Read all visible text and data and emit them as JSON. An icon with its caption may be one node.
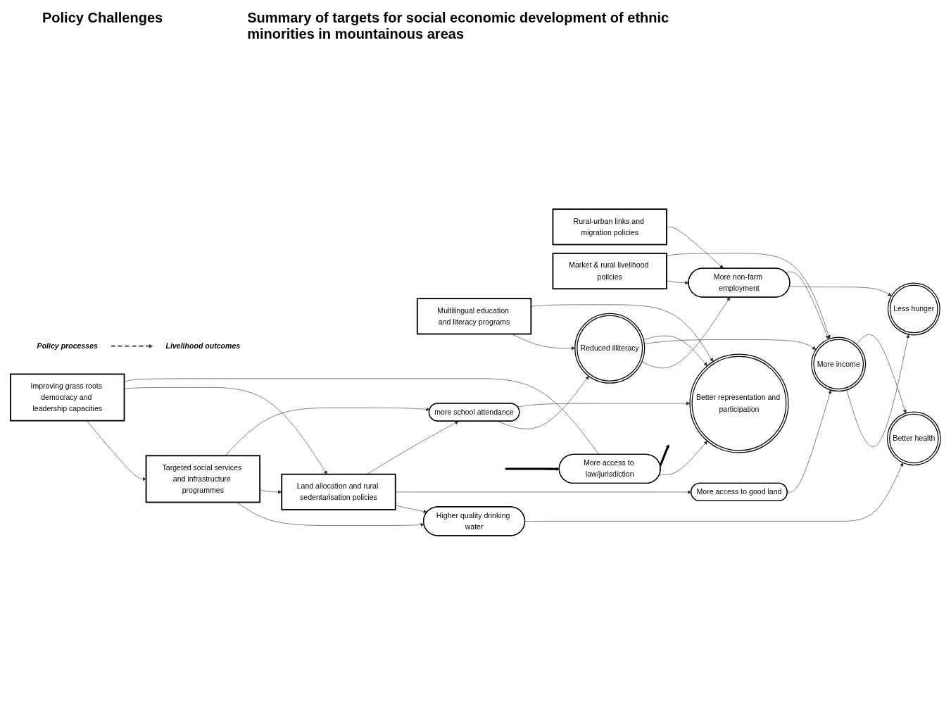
{
  "diagram": {
    "title": "Summary of targets for social economic development of ethnic minorities in mountainous areas",
    "nodes": [
      {
        "text": [
          "Rural-urban links and migration policies"
        ]
      },
      {
        "text": [
          "Market & rural livelihood policies"
        ]
      },
      {
        "text": [
          "Targeted social services and infrastructure programmes"
        ]
      },
      {
        "text": [
          "Land allocation and rural sedentarisation policies"
        ]
      },
      {
        "text": [
          "Multilingual education and literacy programs"
        ]
      },
      {
        "text": [
          "Improving grass roots democracy and leadership capacities"
        ]
      },
      {
        "text": [
          "More non-farm employment"
        ]
      },
      {
        "text": [
          "Higher quality drinking water"
        ]
      },
      {
        "text": [
          "More access to good land"
        ]
      },
      {
        "text": [
          "Reduced illiteracy"
        ]
      },
      {
        "text": [
          "more school attendance"
        ]
      },
      {
        "text": [
          "More access to law/jurisdiction"
        ]
      },
      {
        "text": [
          "Less hunger"
        ]
      },
      {
        "text": [
          "More income"
        ]
      },
      {
        "text": [
          "Better health"
        ]
      },
      {
        "text": [
          "Better representation and participation"
        ]
      },
      {
        "text": [
          "Policy processes"
        ]
      },
      {
        "text": [
          "Livelihood outcomes"
        ]
      }
    ],
    "edges": [
      {
        "from": 0,
        "to": 6,
        "arrow": "to"
      },
      {
        "from": 1,
        "to": 6,
        "arrow": "to"
      },
      {
        "from": 1,
        "to": 13,
        "arrow": "to"
      },
      {
        "from": 2,
        "to": 7,
        "arrow": "to"
      },
      {
        "from": 2,
        "to": 3,
        "arrow": "to"
      },
      {
        "from": 2,
        "to": 10,
        "arrow": "to"
      },
      {
        "from": 3,
        "to": 7,
        "arrow": "to"
      },
      {
        "from": 3,
        "to": 8,
        "arrow": "to"
      },
      {
        "from": 3,
        "to": 10,
        "arrow": "to"
      },
      {
        "from": 4,
        "to": 9,
        "arrow": "to"
      },
      {
        "from": 4,
        "to": 15,
        "arrow": "to"
      },
      {
        "from": 5,
        "to": 2,
        "arrow": "to"
      },
      {
        "from": 5,
        "to": 3,
        "arrow": "to"
      },
      {
        "from": 5,
        "to": 11,
        "arrow": "none"
      },
      {
        "from": null,
        "to": 11,
        "arrow": "to",
        "style": "thick"
      },
      {
        "from": 11,
        "to": 15,
        "arrow": "to"
      },
      {
        "from": 11,
        "to": null,
        "arrow": "to",
        "style": "thick"
      },
      {
        "from": 10,
        "to": 9,
        "arrow": "to"
      },
      {
        "from": 10,
        "to": 15,
        "arrow": "to"
      },
      {
        "from": 9,
        "to": 6,
        "arrow": "to"
      },
      {
        "from": 9,
        "to": 13,
        "arrow": "to"
      },
      {
        "from": 9,
        "to": 15,
        "arrow": "to"
      },
      {
        "from": 8,
        "to": 13,
        "arrow": "to"
      },
      {
        "from": 7,
        "to": 14,
        "arrow": "to"
      },
      {
        "from": 6,
        "to": 12,
        "arrow": "to"
      },
      {
        "from": 6,
        "to": 13,
        "arrow": "to"
      },
      {
        "from": 13,
        "to": 12,
        "arrow": "to"
      },
      {
        "from": 13,
        "to": 14,
        "arrow": "to"
      },
      {
        "from": 16,
        "to": 17,
        "arrow": "to",
        "style": "dashed"
      }
    ],
    "labels": [
      "Policy Challenges"
    ]
  }
}
